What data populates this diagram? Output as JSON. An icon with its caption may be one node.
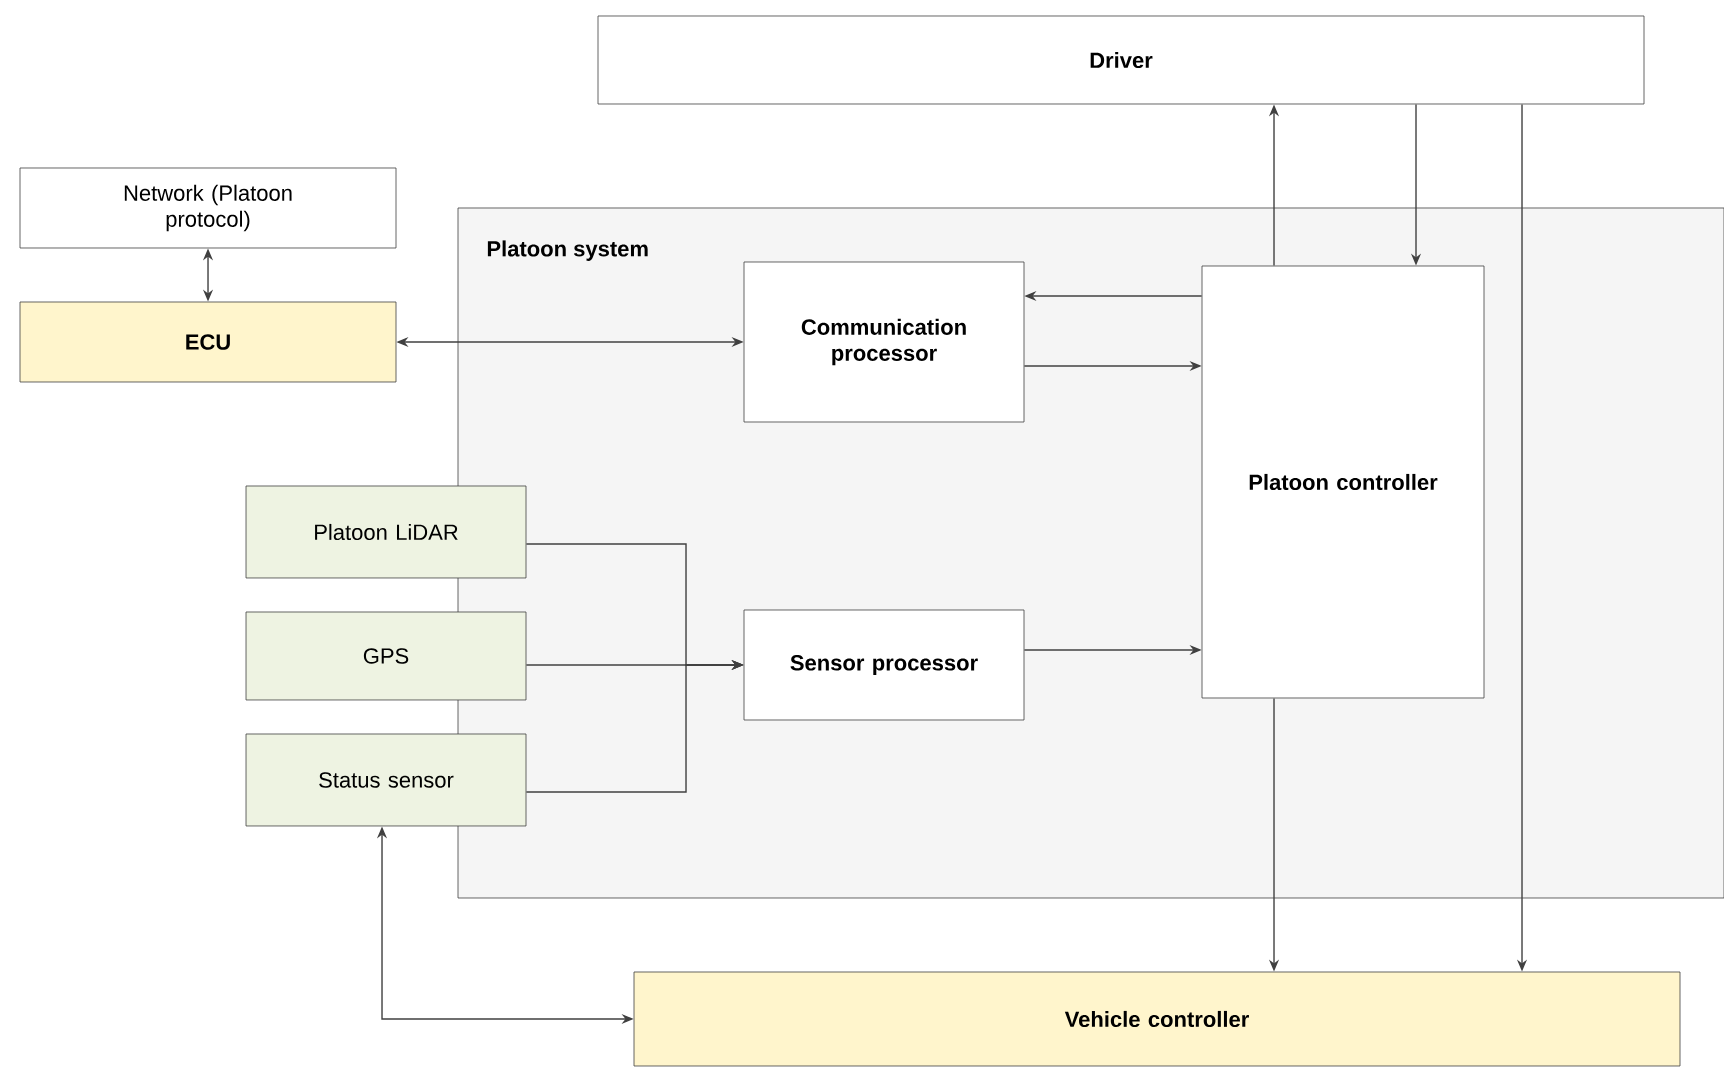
{
  "diagram": {
    "nodes": [
      {
        "text": [
          "Driver"
        ]
      },
      {
        "text": [
          "Network (Platoon protocol)"
        ]
      },
      {
        "text": [
          "ECU"
        ]
      },
      {
        "text": [
          "Platoon system"
        ]
      },
      {
        "text": [
          "Communication processor"
        ],
        "in": 3
      },
      {
        "text": [
          "Platoon controller"
        ],
        "in": 3
      },
      {
        "text": [
          "Platoon LiDAR"
        ]
      },
      {
        "text": [
          "GPS"
        ]
      },
      {
        "text": [
          "Status sensor"
        ]
      },
      {
        "text": [
          "Sensor processor"
        ],
        "in": 3
      },
      {
        "text": [
          "Vehicle controller"
        ]
      }
    ],
    "edges": [
      {
        "from": 1,
        "to": 2,
        "arrow": "both"
      },
      {
        "from": 2,
        "to": 4,
        "arrow": "both"
      },
      {
        "from": 5,
        "to": 4,
        "arrow": "to"
      },
      {
        "from": 4,
        "to": 5,
        "arrow": "to"
      },
      {
        "from": 5,
        "to": 0,
        "arrow": "to"
      },
      {
        "from": 0,
        "to": 5,
        "arrow": "to"
      },
      {
        "from": 0,
        "to": 10,
        "arrow": "to"
      },
      {
        "from": 6,
        "to": 9,
        "arrow": "to"
      },
      {
        "from": 7,
        "to": 9,
        "arrow": "to"
      },
      {
        "from": 8,
        "to": 9,
        "arrow": "to"
      },
      {
        "from": 9,
        "to": 5,
        "arrow": "to"
      },
      {
        "from": 5,
        "to": 10,
        "arrow": "to"
      },
      {
        "from": 8,
        "to": 10,
        "arrow": "both"
      }
    ]
  }
}
